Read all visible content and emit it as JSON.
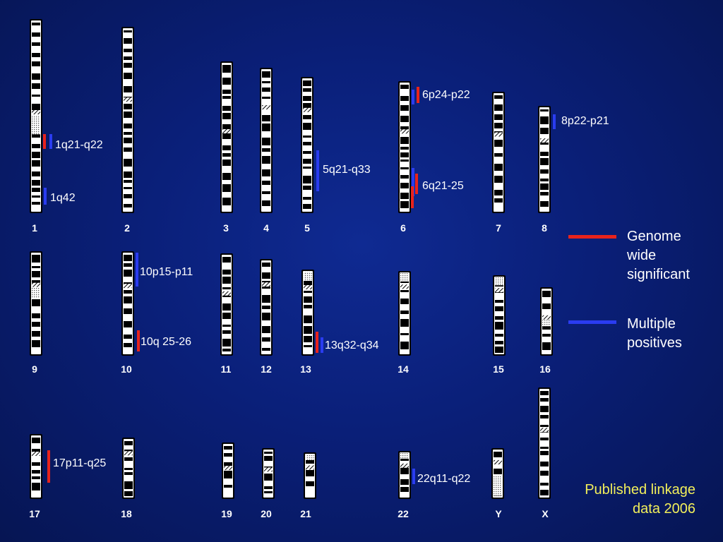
{
  "colors": {
    "background": "#0a1f78",
    "genome_wide": "#e8231c",
    "multiple_positives": "#2a3cf0",
    "footnote": "#f2ef5a",
    "text": "#ffffff"
  },
  "chromosomes": [
    "1",
    "2",
    "3",
    "4",
    "5",
    "6",
    "7",
    "8",
    "9",
    "10",
    "11",
    "12",
    "13",
    "14",
    "15",
    "16",
    "17",
    "18",
    "19",
    "20",
    "21",
    "22",
    "Y",
    "X"
  ],
  "loci": {
    "1q21_q22": "1q21-q22",
    "1q42": "1q42",
    "5q21_q33": "5q21-q33",
    "6p24_p22": "6p24-p22",
    "6q21_25": "6q21-25",
    "8p22_p21": "8p22-p21",
    "10p15_p11": "10p15-p11",
    "10q25_26": "10q 25-26",
    "13q32_q34": "13q32-q34",
    "17p11_q25": "17p11-q25",
    "22q11_q22": "22q11-q22"
  },
  "legend": {
    "genome_wide": [
      "Genome",
      "wide",
      "significant"
    ],
    "multiple_positives": [
      "Multiple",
      "positives"
    ]
  },
  "footnote": [
    "Published linkage",
    "data 2006"
  ]
}
